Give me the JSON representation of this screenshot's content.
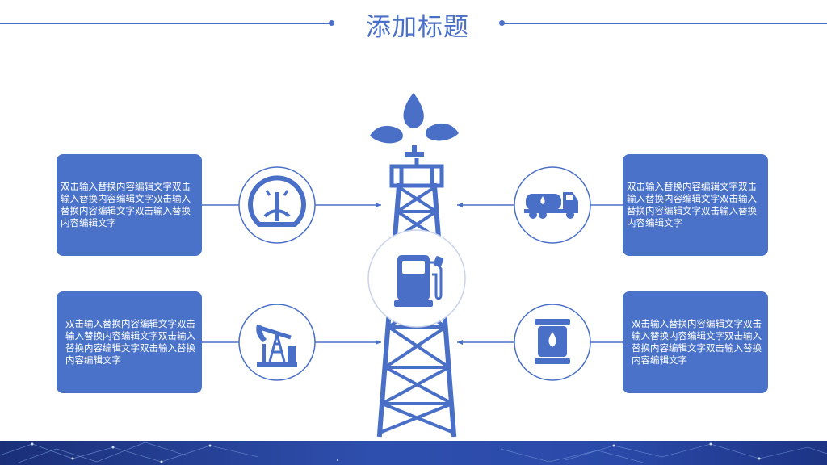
{
  "page": {
    "title": "添加标题"
  },
  "boxes": {
    "top_left": "双击输入替换内容编辑文字双击输入替换内容编辑文字双击输入替换内容编辑文字双击输入替换内容编辑文字",
    "bottom_left": "双击输入替换内容编辑文字双击输入替换内容编辑文字双击输入替换内容编辑文字双击输入替换内容编辑文字",
    "top_right": "双击输入替换内容编辑文字双击输入替换内容编辑文字双击输入替换内容编辑文字双击输入替换内容编辑文字",
    "bottom_right": "双击输入替换内容编辑文字双击输入替换内容编辑文字双击输入替换内容编辑文字双击输入替换内容编辑文字"
  },
  "icons": {
    "top_left": "gauge-icon",
    "bottom_left": "pumpjack-icon",
    "top_right": "tanker-truck-icon",
    "bottom_right": "oil-barrel-icon",
    "center": "fuel-pump-icon",
    "tower": "oil-derrick-icon"
  },
  "colors": {
    "accent": "#4a6fc7",
    "box": "#4a72c9",
    "footer": "#2a49a8"
  }
}
